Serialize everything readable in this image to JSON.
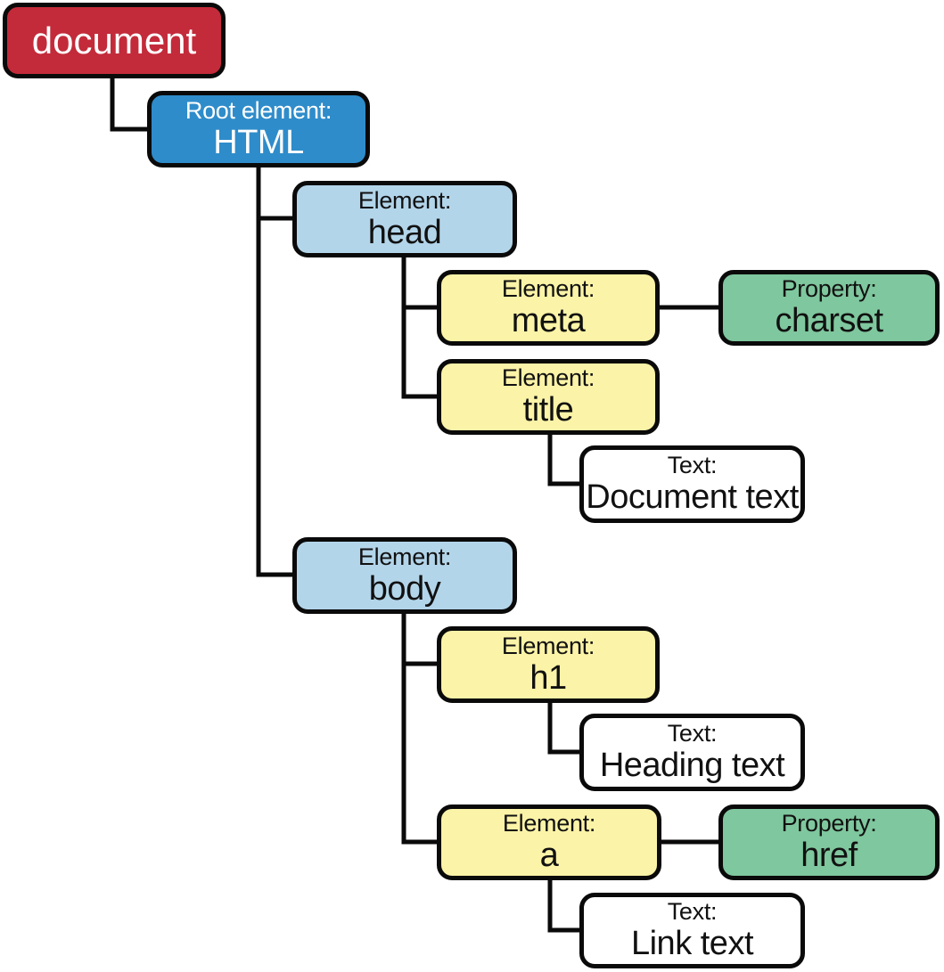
{
  "diagram": {
    "nodes": {
      "document": {
        "kind": "document",
        "label": "document"
      },
      "html": {
        "kind": "root-element",
        "type_label": "Root element:",
        "name": "HTML"
      },
      "head": {
        "kind": "element",
        "type_label": "Element:",
        "name": "head"
      },
      "meta": {
        "kind": "element",
        "type_label": "Element:",
        "name": "meta"
      },
      "charset": {
        "kind": "property",
        "type_label": "Property:",
        "name": "charset"
      },
      "title": {
        "kind": "element",
        "type_label": "Element:",
        "name": "title"
      },
      "document_text": {
        "kind": "text",
        "type_label": "Text:",
        "name": "Document text"
      },
      "body": {
        "kind": "element",
        "type_label": "Element:",
        "name": "body"
      },
      "h1": {
        "kind": "element",
        "type_label": "Element:",
        "name": "h1"
      },
      "heading_text": {
        "kind": "text",
        "type_label": "Text:",
        "name": "Heading text"
      },
      "a": {
        "kind": "element",
        "type_label": "Element:",
        "name": "a"
      },
      "href": {
        "kind": "property",
        "type_label": "Property:",
        "name": "href"
      },
      "link_text": {
        "kind": "text",
        "type_label": "Text:",
        "name": "Link text"
      }
    },
    "edges": [
      [
        "document",
        "html"
      ],
      [
        "html",
        "head"
      ],
      [
        "html",
        "body"
      ],
      [
        "head",
        "meta"
      ],
      [
        "head",
        "title"
      ],
      [
        "meta",
        "charset"
      ],
      [
        "title",
        "document_text"
      ],
      [
        "body",
        "h1"
      ],
      [
        "body",
        "a"
      ],
      [
        "h1",
        "heading_text"
      ],
      [
        "a",
        "href"
      ],
      [
        "a",
        "link_text"
      ]
    ],
    "colors": {
      "document_fill": "#C32B3A",
      "root_element_fill": "#2F8CCA",
      "container_element_fill": "#B3D5EA",
      "element_fill": "#FBF3A7",
      "property_fill": "#7FC79E",
      "text_node_fill": "#FFFFFF",
      "border_and_lines": "#0A0A0A",
      "light_text": "#FFFFFF",
      "dark_text": "#111111"
    }
  }
}
